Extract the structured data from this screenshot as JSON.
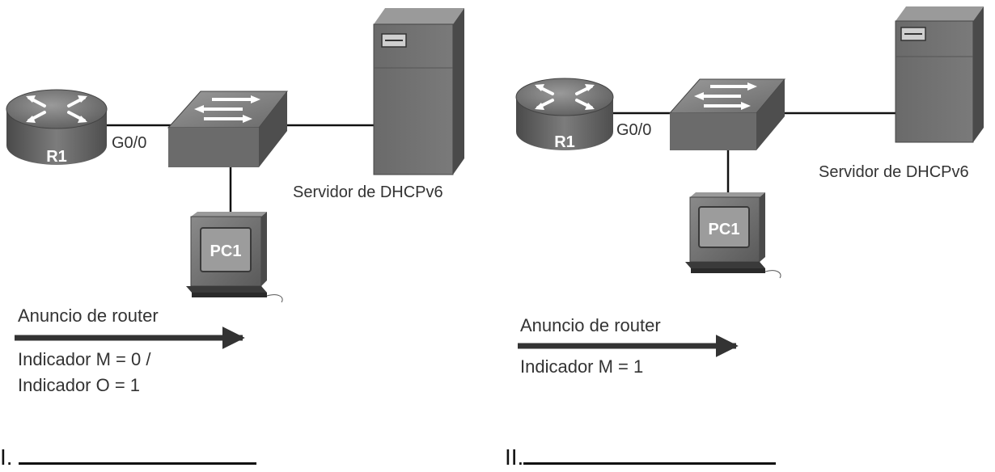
{
  "diagrams": [
    {
      "router_label": "R1",
      "interface_label": "G0/0",
      "pc_label": "PC1",
      "server_label": "Servidor de DHCPv6",
      "message_label": "Anuncio de router",
      "flag_lines": [
        "Indicador M = 0 /",
        "Indicador O = 1"
      ]
    },
    {
      "router_label": "R1",
      "interface_label": "G0/0",
      "pc_label": "PC1",
      "server_label": "Servidor de DHCPv6",
      "message_label": "Anuncio de router",
      "flag_lines": [
        "Indicador M = 1"
      ]
    }
  ],
  "answers": [
    {
      "label": "I."
    },
    {
      "label": "II."
    }
  ]
}
